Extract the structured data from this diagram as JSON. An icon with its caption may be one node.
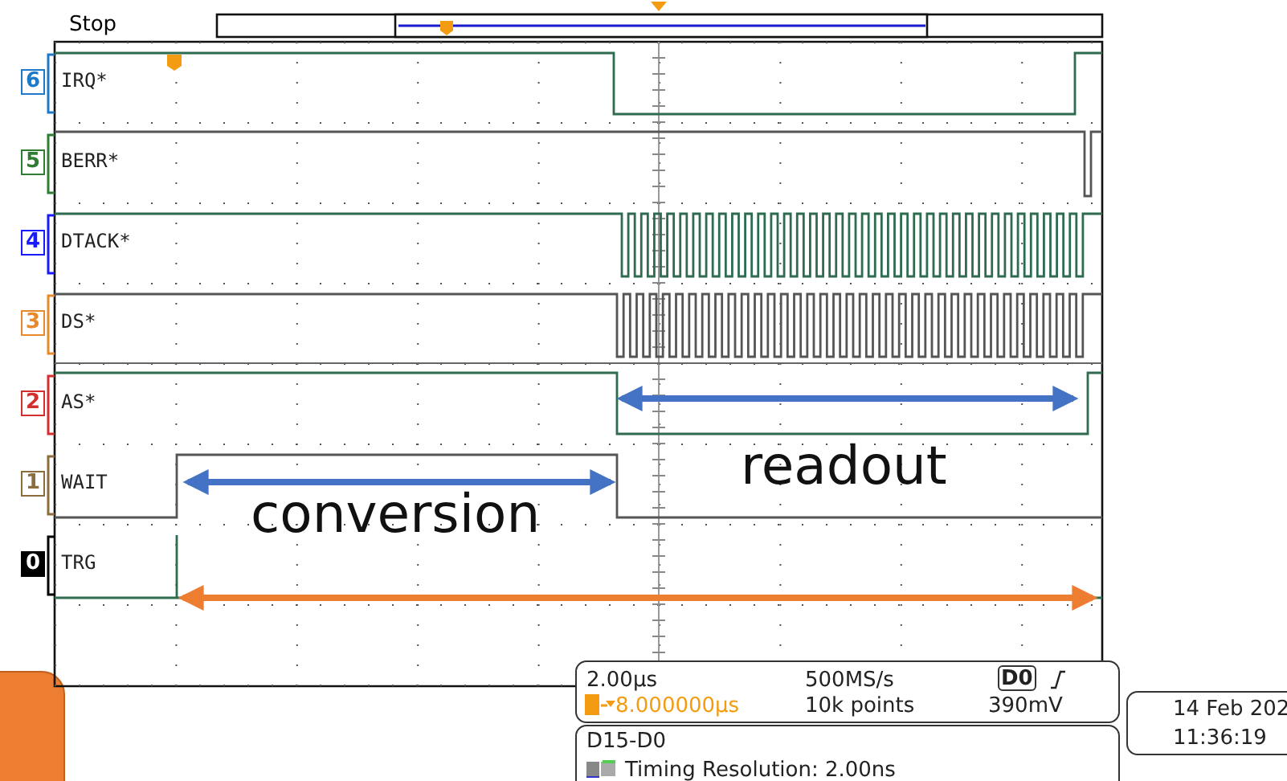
{
  "diagram": {
    "nodes": [
      {
        "text": [
          "2.00µs",
          "500MS/s",
          "8.000000µs",
          "10k points",
          "390mV"
        ]
      },
      {
        "text": [
          "D0"
        ],
        "in": 0
      },
      {
        "text": [
          "D15-D0",
          "Timing Resolution: 2.00ns"
        ]
      },
      {
        "text": [
          "14 Feb 202",
          "11:36:19"
        ]
      }
    ],
    "edges": [],
    "labels": [
      "Stop",
      "6",
      "IRQ*",
      "5",
      "BERR*",
      "4",
      "DTACK*",
      "3",
      "DS*",
      "2",
      "AS*",
      "1",
      "WAIT",
      "0",
      "TRG",
      "readout",
      "conversion"
    ]
  }
}
